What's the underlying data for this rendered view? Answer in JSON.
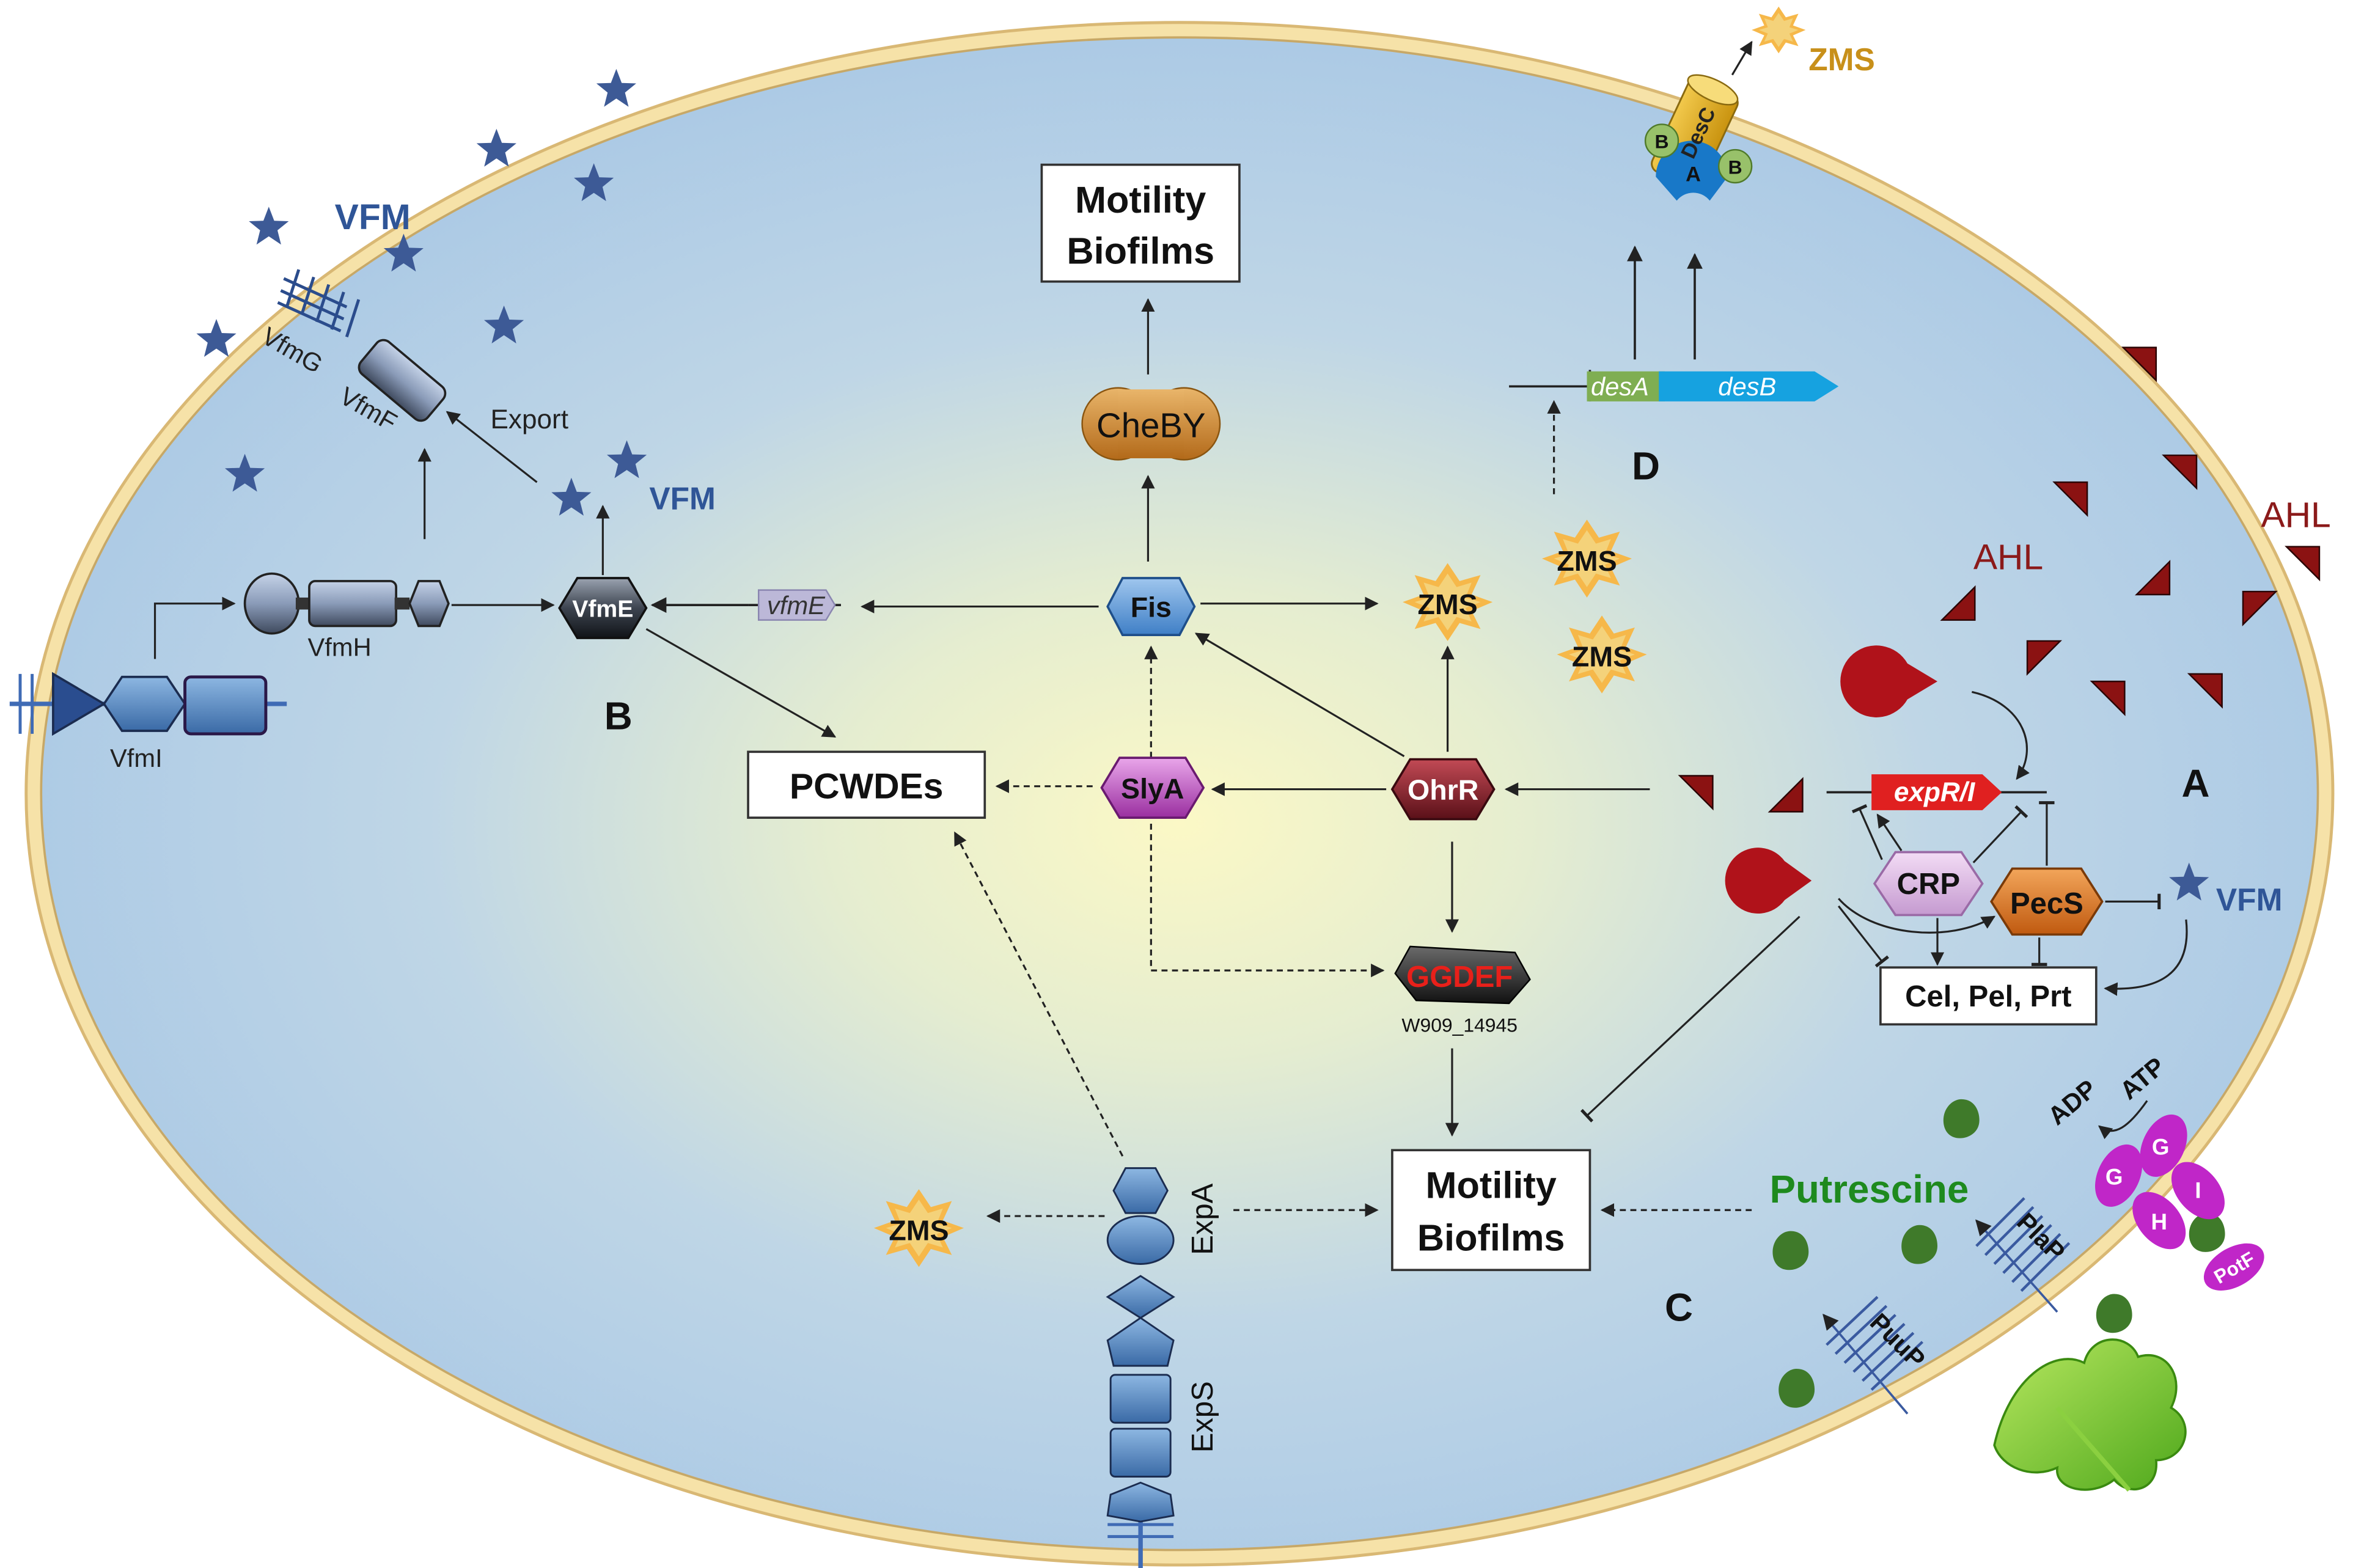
{
  "labels": {
    "vfm_top": "VFM",
    "vfm_mid": "VFM",
    "vfm_right": "VFM",
    "export": "Export",
    "vfmG": "VfmG",
    "vfmF": "VfmF",
    "vfmH": "VfmH",
    "vfmI": "VfmI",
    "vfmE_protein": "VfmE",
    "vfmE_gene": "vfmE",
    "section_A": "A",
    "section_B": "B",
    "section_C": "C",
    "section_D": "D",
    "motility_top_1": "Motility",
    "motility_top_2": "Biofilms",
    "motility_bottom_1": "Motility",
    "motility_bottom_2": "Biofilms",
    "cheby": "CheBY",
    "fis": "Fis",
    "slyA": "SlyA",
    "ohrR": "OhrR",
    "pcwdes": "PCWDEs",
    "ggdef": "GGDEF",
    "w909": "W909_14945",
    "zms_top": "ZMS",
    "zms_center": "ZMS",
    "zms_d1": "ZMS",
    "zms_d2": "ZMS",
    "zms_bottom": "ZMS",
    "desA": "desA",
    "desB": "desB",
    "desC": "DesC",
    "A_sub": "A",
    "B_sub1": "B",
    "B_sub2": "B",
    "ahl_1": "AHL",
    "ahl_2": "AHL",
    "expRI": "expR/I",
    "crp": "CRP",
    "pecS": "PecS",
    "cel": "Cel, Pel, Prt",
    "putrescine": "Putrescine",
    "plaP": "PlaP",
    "puuP": "PuuP",
    "adp": "ADP",
    "atp": "ATP",
    "potG": "G",
    "potH": "H",
    "potI": "I",
    "potF": "PotF",
    "expA": "ExpA",
    "expS": "ExpS"
  },
  "colors": {
    "vfm": "#2f5597",
    "ahl": "#8b1a1a",
    "zms": "#b8860b",
    "putrescine": "#1e7a1e",
    "ggdef": "#e8201a"
  }
}
